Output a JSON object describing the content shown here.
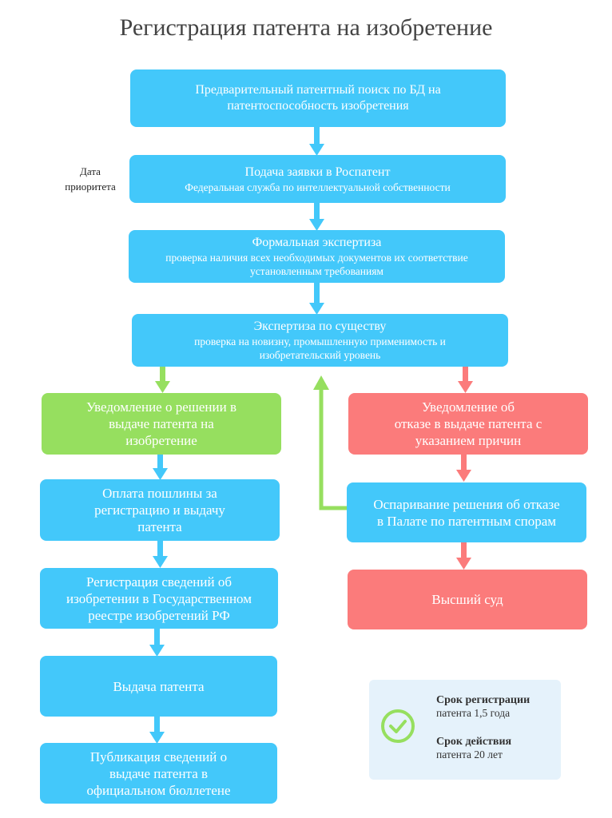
{
  "title": "Регистрация патента на изобретение",
  "side_label": {
    "line1": "Дата",
    "line2": "приоритета"
  },
  "steps": {
    "search": {
      "line1": "Предварительный патентный поиск по БД  на",
      "line2": "патентоспособность изобретения"
    },
    "filing": {
      "title": "Подача заявки в Роспатент",
      "sub": "Федеральная служба по интеллектуальной собственности"
    },
    "formal": {
      "title": "Формальная экспертиза",
      "sub1": "проверка наличия всех необходимых документов их соответствие",
      "sub2": "установленным требованиям"
    },
    "substantive": {
      "title": "Экспертиза по существу",
      "sub1": "проверка на новизну, промышленную применимость и",
      "sub2": "изобретательский уровень"
    },
    "grant_notice": {
      "line1": "Уведомление о решении в",
      "line2": "выдаче патента на",
      "line3": "изобретение"
    },
    "fee": {
      "line1": "Оплата пошлины за",
      "line2": "регистрацию и выдачу",
      "line3": "патента"
    },
    "registry": {
      "line1": "Регистрация сведений об",
      "line2": "изобретении в Государственном",
      "line3": "реестре изобретений РФ"
    },
    "issue": {
      "line1": "Выдача патента"
    },
    "publication": {
      "line1": "Публикация сведений о",
      "line2": "выдаче патента в",
      "line3": "официальном бюллетене"
    },
    "refusal_notice": {
      "line1": "Уведомление об",
      "line2": "отказе в выдаче патента  с",
      "line3": "указанием причин"
    },
    "appeal": {
      "line1": "Оспаривание решения об отказе",
      "line2": "в Палате по патентным спорам"
    },
    "supreme_court": {
      "line1": "Высший суд"
    }
  },
  "info": {
    "reg_label": "Срок регистрации",
    "reg_value": "патента 1,5 года",
    "validity_label": "Срок действия",
    "validity_value": "патента 20 лет",
    "icon": "check-circle-icon"
  },
  "colors": {
    "blue": "#43c8fa",
    "green": "#96df5f",
    "red": "#fb7b7b",
    "info_bg": "#e5f2fb"
  }
}
